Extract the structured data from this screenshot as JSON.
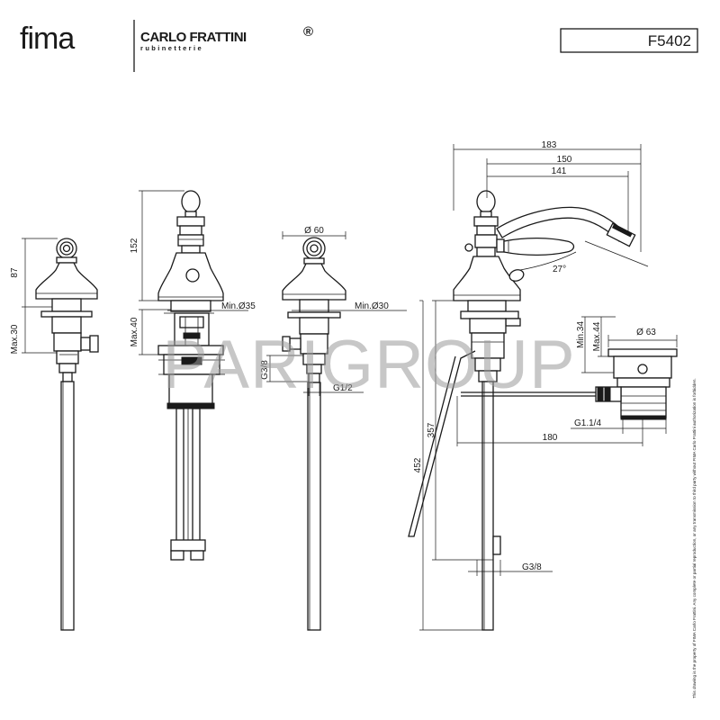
{
  "header": {
    "brand": "fima",
    "brand_sub": "CARLO FRATTINI",
    "brand_trademark": "®",
    "brand_tagline": "rubinetterie",
    "product_code": "F5402"
  },
  "watermark": "PARIGROUP",
  "dimensions": {
    "d_87": "87",
    "d_max30": "Max.30",
    "d_152": "152",
    "d_max40": "Max.40",
    "d_min35": "Min.Ø35",
    "d_dia60": "Ø 60",
    "d_min30": "Min.Ø30",
    "d_g38_left": "G3/8",
    "d_g12": "G1/2",
    "d_183": "183",
    "d_150": "150",
    "d_141": "141",
    "d_angle": "27°",
    "d_min34": "Min.34",
    "d_max44": "Max.44",
    "d_dia63": "Ø 63",
    "d_g114": "G1.1/4",
    "d_180": "180",
    "d_357": "357",
    "d_452": "452",
    "d_g38_right": "G3/8"
  },
  "footer_note": "This drawing is the property of FIMA Carlo Frattini. Any complete or partial reproduction, or any transmission to third party without FIMA Carlo Frattini authorization is forbidden."
}
